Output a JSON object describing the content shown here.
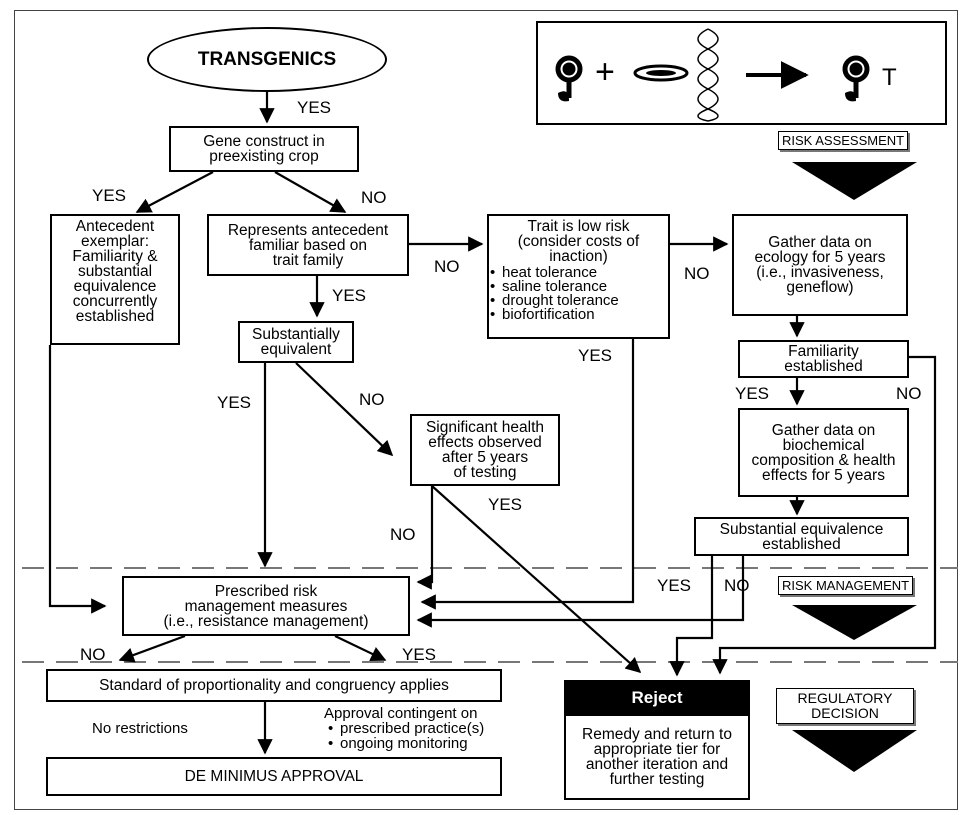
{
  "start": "TRANSGENICS",
  "boxes": {
    "gene_construct": "Gene construct in\npreexisting crop",
    "antecedent_exemplar": "Antecedent\nexemplar:\nFamiliarity &\nsubstantial\nequivalence\nconcurrently\nestablished",
    "represents_antecedent": "Represents antecedent\nfamiliar based on\ntrait family",
    "trait_low_risk": "Trait is low risk\n(consider costs of\ninaction)",
    "gather_ecology": "Gather data on\necology for 5 years\n(i.e., invasiveness,\ngeneflow)",
    "substantially_equivalent": "Substantially\nequivalent",
    "familiarity_established": "Familiarity\nestablished",
    "significant_health": "Significant health\neffects observed\nafter 5 years\nof testing",
    "gather_biochemical": "Gather data on\nbiochemical\ncomposition & health\neffects for 5 years",
    "substantial_equivalence_established": "Substantial equivalence\nestablished",
    "prescribed_risk": "Prescribed risk\nmanagement measures\n(i.e., resistance management)",
    "standard_proportionality": "Standard of proportionality and congruency applies",
    "de_minimus": "DE MINIMUS APPROVAL",
    "reject_title": "Reject",
    "reject_body": "Remedy and return to\nappropriate tier for\nanother iteration and\nfurther testing"
  },
  "trait_examples": [
    "heat tolerance",
    "saline tolerance",
    "drought tolerance",
    "biofortification"
  ],
  "approval_contingent": {
    "title": "Approval contingent on",
    "items": [
      "prescribed practice(s)",
      "ongoing monitoring"
    ]
  },
  "no_restrictions": "No restrictions",
  "edge_labels": {
    "yes": "YES",
    "no": "NO"
  },
  "stages": {
    "risk_assessment": "RISK ASSESSMENT",
    "risk_management": "RISK MANAGEMENT",
    "regulatory_decision": "REGULATORY\nDECISION"
  },
  "illustration": {
    "plus": "+",
    "result": "T"
  }
}
